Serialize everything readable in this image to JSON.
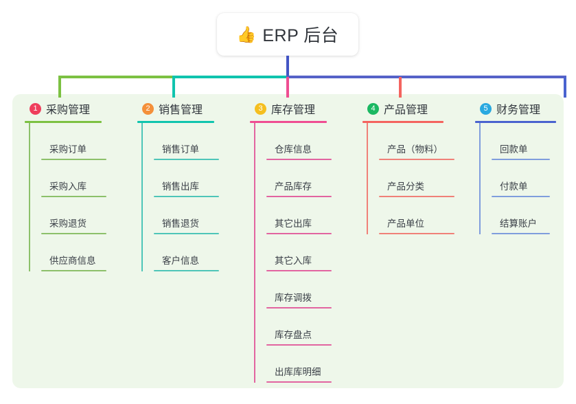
{
  "root": {
    "emoji": "👍",
    "emoji_name": "thumbs-up-icon",
    "title": "ERP 后台"
  },
  "panel": {
    "background": "#eef7ea"
  },
  "connectors": {
    "stem_color": "#4355c4",
    "bar_segments": [
      "#7cc142",
      "#10c4ae",
      "#5562c8"
    ],
    "drop_colors": [
      "#7cc142",
      "#10c4ae",
      "#ef4d92",
      "#f4645f",
      "#4a63cf"
    ]
  },
  "columns": [
    {
      "index": "1",
      "badge_color": "#ef3e5c",
      "line_color": "#8cc06a",
      "rule_color": "#7cc142",
      "title": "采购管理",
      "items": [
        {
          "label": "采购订单"
        },
        {
          "label": "采购入库"
        },
        {
          "label": "采购退货"
        },
        {
          "label": "供应商信息"
        }
      ]
    },
    {
      "index": "2",
      "badge_color": "#f4903a",
      "line_color": "#4ec5b8",
      "rule_color": "#10c4ae",
      "title": "销售管理",
      "items": [
        {
          "label": "销售订单"
        },
        {
          "label": "销售出库"
        },
        {
          "label": "销售退货"
        },
        {
          "label": "客户信息"
        }
      ]
    },
    {
      "index": "3",
      "badge_color": "#f5bf1f",
      "line_color": "#e264a0",
      "rule_color": "#ef4d92",
      "title": "库存管理",
      "items": [
        {
          "label": "仓库信息"
        },
        {
          "label": "产品库存"
        },
        {
          "label": "其它出库"
        },
        {
          "label": "其它入库"
        },
        {
          "label": "库存调拨"
        },
        {
          "label": "库存盘点"
        },
        {
          "label": "出库库明细"
        }
      ]
    },
    {
      "index": "4",
      "badge_color": "#1bb862",
      "line_color": "#f08078",
      "rule_color": "#f4645f",
      "title": "产品管理",
      "items": [
        {
          "label": "产品（物料）"
        },
        {
          "label": "产品分类"
        },
        {
          "label": "产品单位"
        }
      ]
    },
    {
      "index": "5",
      "badge_color": "#2aa9e0",
      "line_color": "#7f9ddd",
      "rule_color": "#4a63cf",
      "title": "财务管理",
      "items": [
        {
          "label": "回款单"
        },
        {
          "label": "付款单"
        },
        {
          "label": "结算账户"
        }
      ]
    }
  ]
}
